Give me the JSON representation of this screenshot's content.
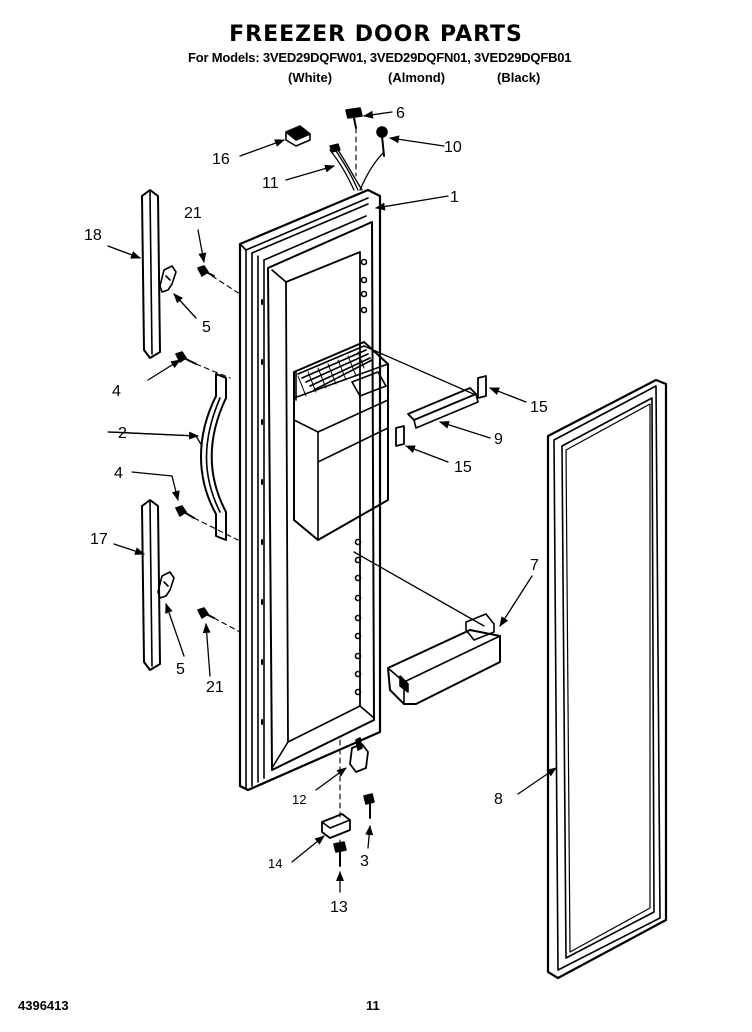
{
  "header": {
    "title": "FREEZER DOOR PARTS",
    "models_line": "For Models: 3VED29DQFW01, 3VED29DQFN01, 3VED29DQFB01",
    "variants": [
      "(White)",
      "(Almond)",
      "(Black)"
    ]
  },
  "callouts": {
    "c1": "1",
    "c2": "2",
    "c3": "3",
    "c4a": "4",
    "c4b": "4",
    "c5a": "5",
    "c5b": "5",
    "c6": "6",
    "c7": "7",
    "c8": "8",
    "c9": "9",
    "c10": "10",
    "c11": "11",
    "c12": "12",
    "c13": "13",
    "c14": "14",
    "c15a": "15",
    "c15b": "15",
    "c16": "16",
    "c17": "17",
    "c18": "18",
    "c21a": "21",
    "c21b": "21"
  },
  "footer": {
    "doc_number": "4396413",
    "page_number": "11"
  }
}
